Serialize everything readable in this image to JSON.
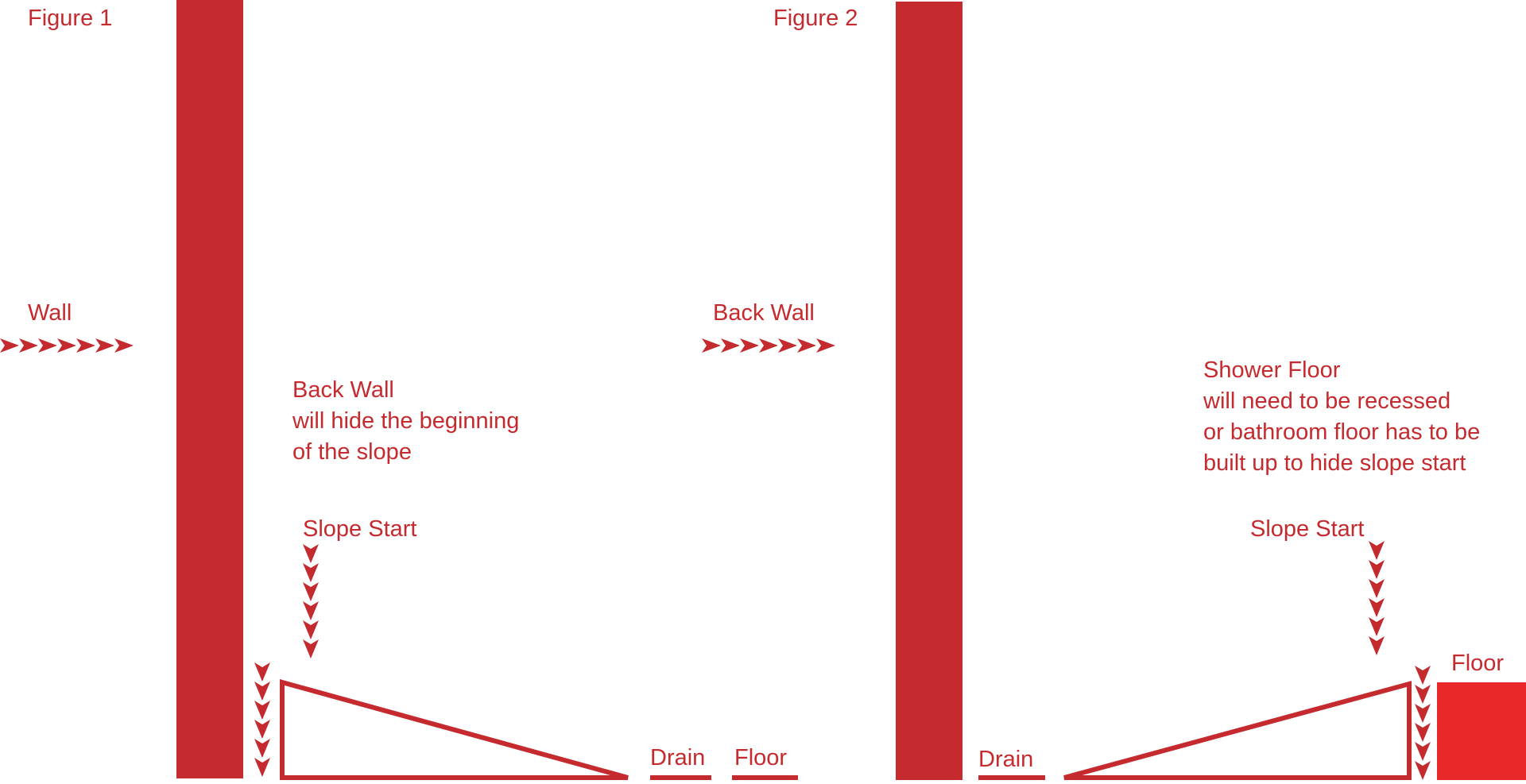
{
  "colors": {
    "primary": "#c42a2e",
    "floor_block": "#e8282b",
    "background": "#ffffff"
  },
  "figure1": {
    "title": "Figure 1",
    "wall_label": "Wall",
    "note_lines": [
      "Back Wall",
      "will hide the beginning",
      "of the slope"
    ],
    "slope_start_label": "Slope Start",
    "drain_label": "Drain",
    "floor_label": "Floor"
  },
  "figure2": {
    "title": "Figure 2",
    "back_wall_label": "Back Wall",
    "note_lines": [
      "Shower Floor",
      "will need to be recessed",
      "or bathroom floor has to be",
      "built up to hide slope start"
    ],
    "slope_start_label": "Slope Start",
    "drain_label": "Drain",
    "floor_label": "Floor"
  }
}
